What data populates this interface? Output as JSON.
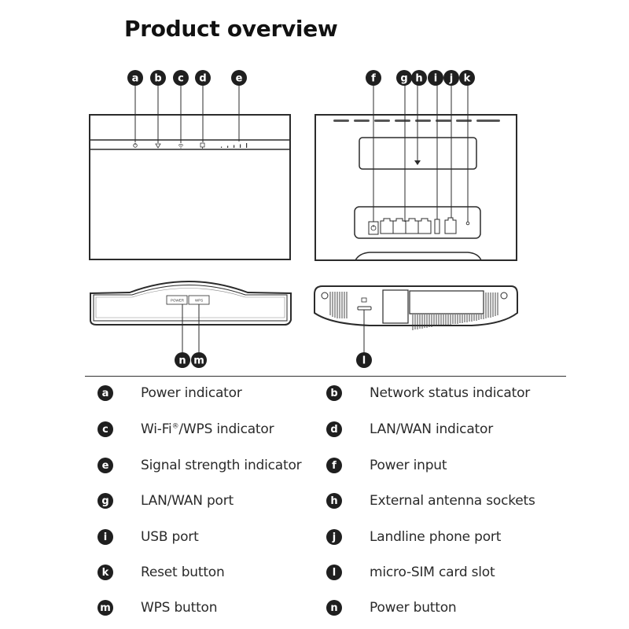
{
  "title": "Product overview",
  "callouts": {
    "front": [
      "a",
      "b",
      "c",
      "d",
      "e"
    ],
    "back": [
      "f",
      "g",
      "h",
      "i",
      "j",
      "k"
    ],
    "top": [
      "n",
      "m"
    ],
    "bottom": [
      "l"
    ]
  },
  "device_labels": {
    "power": "POWER",
    "wps": "WPS"
  },
  "legend": [
    {
      "letter": "a",
      "text": "Power indicator"
    },
    {
      "letter": "b",
      "text": "Network status indicator"
    },
    {
      "letter": "c",
      "text": "Wi-Fi",
      "sup": "®",
      "suffix": "/WPS indicator"
    },
    {
      "letter": "d",
      "text": "LAN/WAN indicator"
    },
    {
      "letter": "e",
      "text": "Signal strength indicator"
    },
    {
      "letter": "f",
      "text": "Power input"
    },
    {
      "letter": "g",
      "text": "LAN/WAN port"
    },
    {
      "letter": "h",
      "text": "External antenna sockets"
    },
    {
      "letter": "i",
      "text": "USB port"
    },
    {
      "letter": "j",
      "text": "Landline phone port"
    },
    {
      "letter": "k",
      "text": "Reset button"
    },
    {
      "letter": "l",
      "text": "micro-SIM card slot"
    },
    {
      "letter": "m",
      "text": "WPS button"
    },
    {
      "letter": "n",
      "text": "Power button"
    }
  ],
  "colors": {
    "line": "#2b2b2b",
    "badge": "#1f1f1f"
  }
}
